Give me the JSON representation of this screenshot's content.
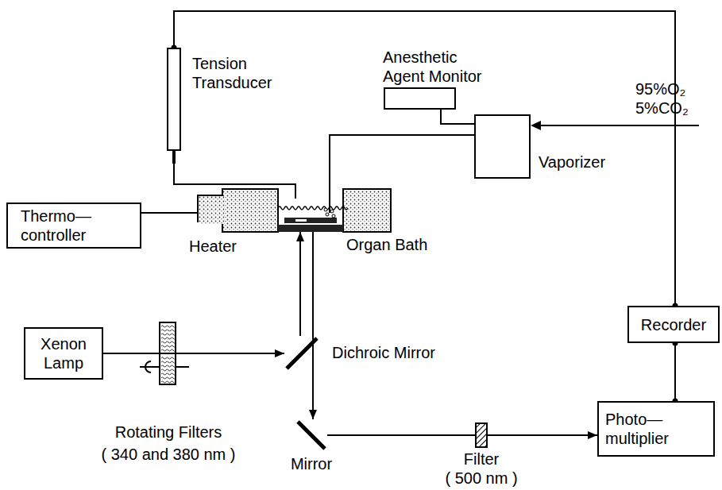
{
  "diagram": {
    "nodes": [
      {
        "text": [
          "Tension Transducer"
        ]
      },
      {
        "text": [
          "Anesthetic Agent Monitor"
        ]
      },
      {
        "text": [
          "Vaporizer"
        ]
      },
      {
        "text": [
          "Thermo— controller"
        ]
      },
      {
        "text": [
          "Heater"
        ]
      },
      {
        "text": [
          "Organ Bath"
        ]
      },
      {
        "text": [
          "Xenon Lamp"
        ]
      },
      {
        "text": [
          "Rotating Filters",
          "( 340 and 380 nm )"
        ]
      },
      {
        "text": [
          "Dichroic Mirror"
        ]
      },
      {
        "text": [
          "Mirror"
        ]
      },
      {
        "text": [
          "Filter",
          "( 500 nm )"
        ]
      },
      {
        "text": [
          "Photo— multiplier"
        ]
      },
      {
        "text": [
          "Recorder"
        ]
      }
    ],
    "edges": [
      {
        "from": 0,
        "to": 12,
        "arrow": "none"
      },
      {
        "from": 0,
        "to": 5,
        "arrow": "none"
      },
      {
        "from": 3,
        "to": 4,
        "arrow": "none"
      },
      {
        "from": 2,
        "to": 1,
        "arrow": "none"
      },
      {
        "from": 2,
        "to": 5,
        "arrow": "none"
      },
      {
        "from": 6,
        "to": 7,
        "arrow": "none"
      },
      {
        "from": 7,
        "to": 8,
        "arrow": "to"
      },
      {
        "from": 8,
        "to": 5,
        "arrow": "to"
      },
      {
        "from": 5,
        "to": 9,
        "arrow": "to"
      },
      {
        "from": 9,
        "to": 10,
        "arrow": "none"
      },
      {
        "from": 10,
        "to": 11,
        "arrow": "to"
      },
      {
        "from": 11,
        "to": 12,
        "arrow": "none"
      }
    ],
    "labels": [
      "95%O₂",
      "5%CO₂"
    ]
  }
}
